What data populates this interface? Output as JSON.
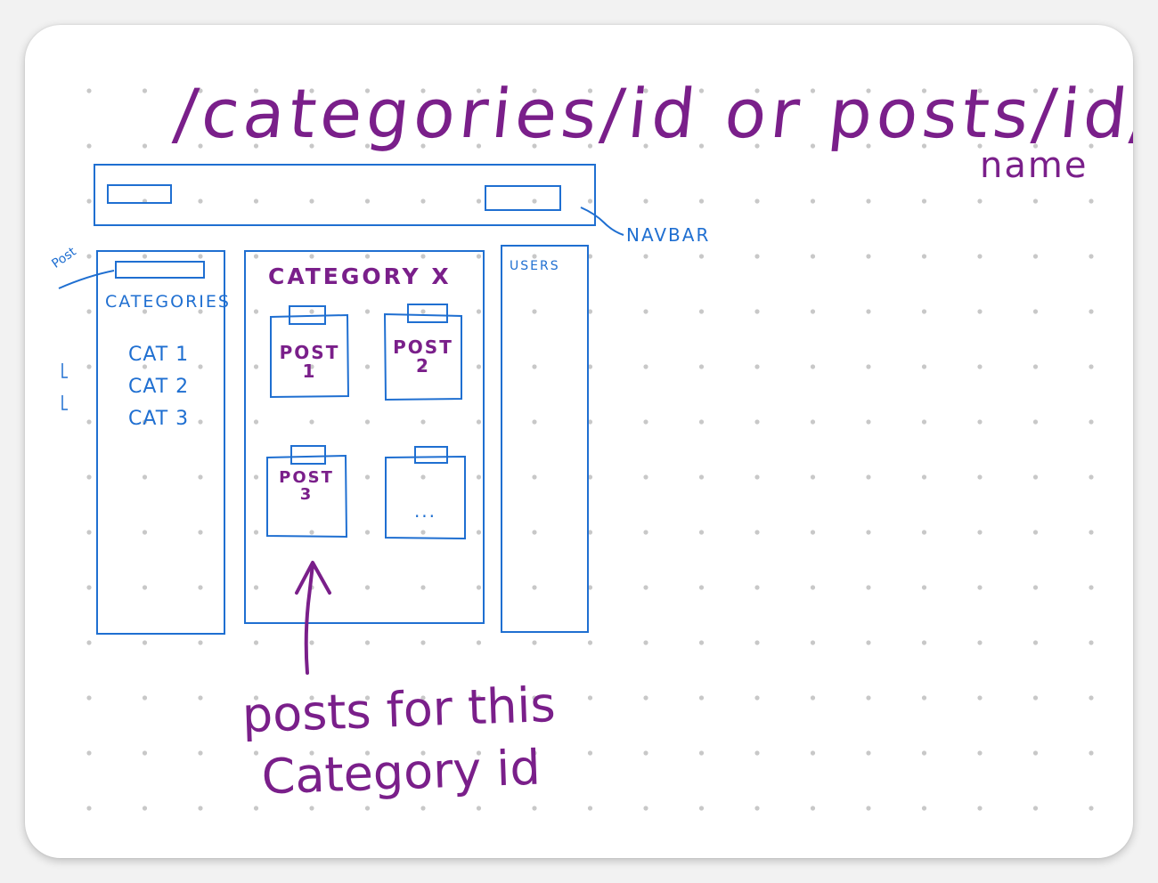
{
  "route_title": "/categories/id or posts/id/",
  "route_suffix": "name",
  "navbar_label": "NAVBAR",
  "post_note": "Post",
  "sidebar": {
    "heading": "CATEGORIES",
    "items": [
      "CAT 1",
      "CAT 2",
      "CAT 3"
    ]
  },
  "main": {
    "heading": "CATEGORY X",
    "posts": [
      {
        "label": "POST\n1"
      },
      {
        "label": "POST\n2"
      },
      {
        "label": "POST\n3"
      },
      {
        "label": "..."
      }
    ]
  },
  "users_panel": {
    "heading": "USERS"
  },
  "annotation": "posts for this\nCategory id",
  "colors": {
    "ink_purple": "#7a1f8a",
    "ink_blue": "#1f6fd1",
    "dot_grid": "#c8c8c8",
    "card_background": "#ffffff"
  }
}
